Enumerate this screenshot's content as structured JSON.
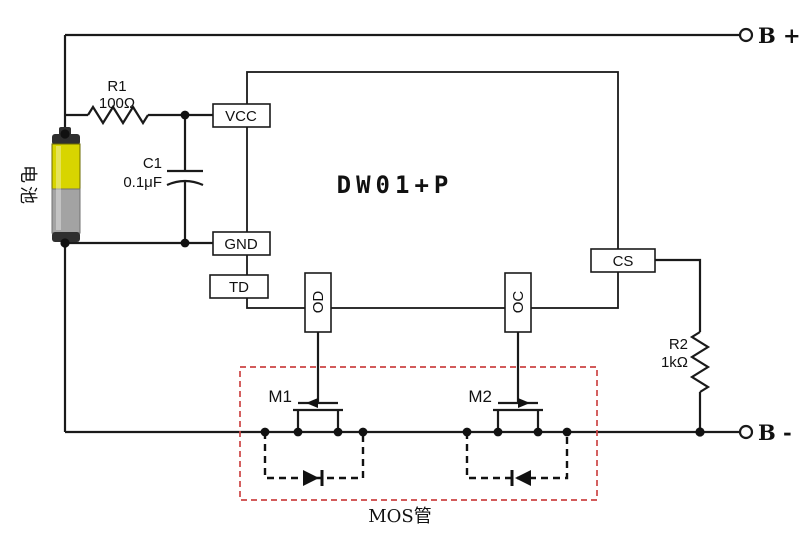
{
  "labels": {
    "battery": "电池",
    "r1_name": "R1",
    "r1_value": "100Ω",
    "c1_name": "C1",
    "c1_value": "0.1μF",
    "ic_name": "DW01+P",
    "pin_vcc": "VCC",
    "pin_gnd": "GND",
    "pin_td": "TD",
    "pin_od": "OD",
    "pin_oc": "OC",
    "pin_cs": "CS",
    "r2_name": "R2",
    "r2_value": "1kΩ",
    "terminal_bplus": "B +",
    "terminal_bminus": "B -",
    "m1": "M1",
    "m2": "M2",
    "mos_group": "MOS管"
  },
  "colors": {
    "wire": "#1a1a1a",
    "mos_group_box": "#cc4444",
    "battery_yellow": "#d8d500",
    "battery_gray": "#a3a3a3",
    "battery_cap": "#2f2f2f"
  }
}
